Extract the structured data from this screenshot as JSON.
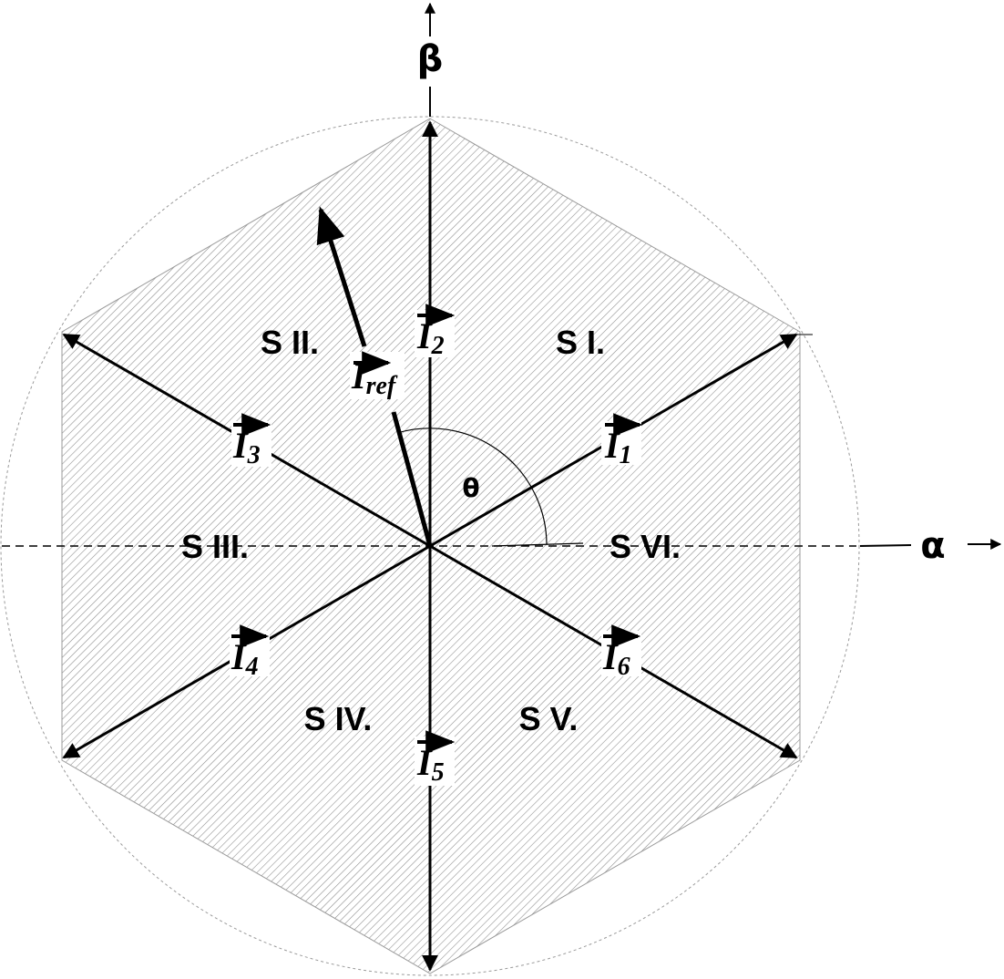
{
  "axes": {
    "alpha": "α",
    "beta": "β"
  },
  "angle_label": "θ",
  "sectors": [
    "S I.",
    "S II.",
    "S III.",
    "S IV.",
    "S V.",
    "S VI."
  ],
  "vectors": [
    {
      "base": "I",
      "sub": "1"
    },
    {
      "base": "I",
      "sub": "2"
    },
    {
      "base": "I",
      "sub": "3"
    },
    {
      "base": "I",
      "sub": "4"
    },
    {
      "base": "I",
      "sub": "5"
    },
    {
      "base": "I",
      "sub": "6"
    }
  ],
  "reference": {
    "base": "I",
    "sub": "ref"
  },
  "colors": {
    "line": "#000000",
    "hatch": "#8a8a8a",
    "circle": "#9a9a9a",
    "background": "#ffffff"
  }
}
